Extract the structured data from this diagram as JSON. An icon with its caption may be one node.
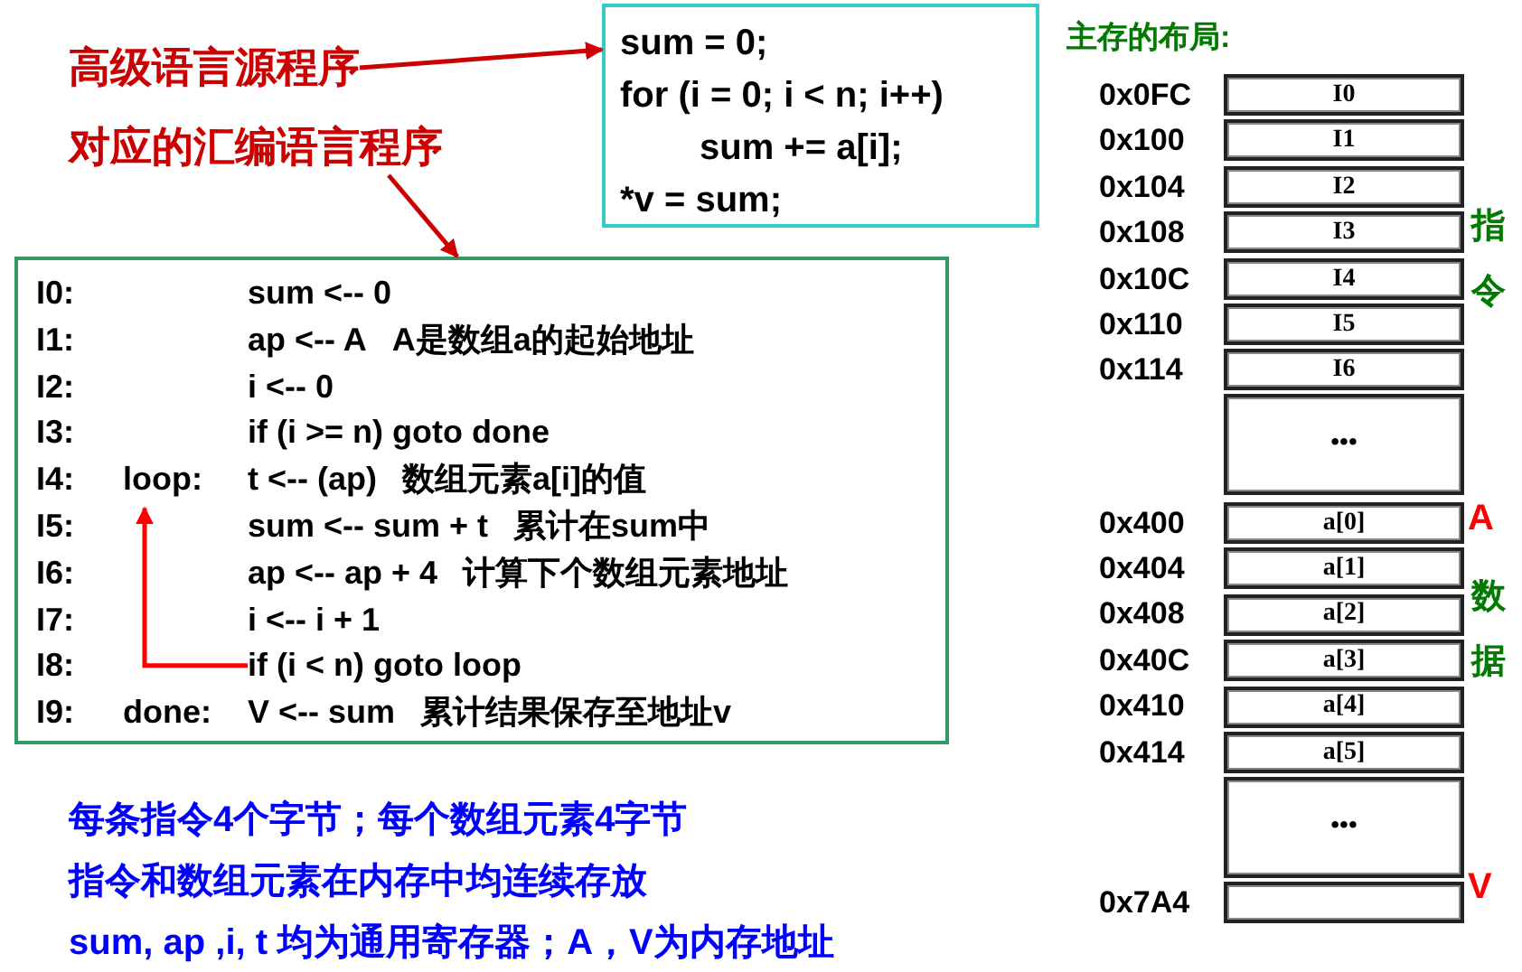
{
  "diagram": {
    "nodes": [
      {
        "text": [
          "高级语言源程序"
        ]
      },
      {
        "text": [
          "sum = 0;",
          "for (i = 0; i < n; i++)",
          "sum += a[i];",
          "*v = sum;"
        ]
      },
      {
        "text": [
          "对应的汇编语言程序"
        ]
      },
      {
        "text": [],
        "shape": "box"
      },
      {
        "text": [
          "sum <-- 0"
        ],
        "in": 3
      },
      {
        "text": [
          "ap <-- A",
          "A是数组a的起始地址"
        ],
        "in": 3
      },
      {
        "text": [
          "i <-- 0"
        ],
        "in": 3
      },
      {
        "text": [
          "if (i >= n) goto done"
        ],
        "in": 3
      },
      {
        "text": [
          "loop:"
        ],
        "in": 3
      },
      {
        "text": [
          "t <-- (ap)",
          "数组元素a[i]的值"
        ],
        "in": 3
      },
      {
        "text": [
          "sum <-- sum + t",
          "累计在sum中"
        ],
        "in": 3
      },
      {
        "text": [
          "ap <-- ap + 4",
          "计算下个数组元素地址"
        ],
        "in": 3
      },
      {
        "text": [
          "i <-- i + 1"
        ],
        "in": 3
      },
      {
        "text": [
          "if (i < n) goto loop"
        ],
        "in": 3
      },
      {
        "text": [
          "V <-- sum",
          "累计结果保存至地址v"
        ],
        "in": 3
      },
      {
        "text": [
          "I0"
        ],
        "beside": [
          "0x0FC"
        ]
      },
      {
        "text": [
          "I1"
        ],
        "beside": [
          "0x100"
        ]
      },
      {
        "text": [
          "I2"
        ],
        "beside": [
          "0x104"
        ]
      },
      {
        "text": [
          "I3"
        ],
        "beside": [
          "0x108"
        ]
      },
      {
        "text": [
          "I4"
        ],
        "beside": [
          "0x10C"
        ]
      },
      {
        "text": [
          "I5"
        ],
        "beside": [
          "0x110"
        ]
      },
      {
        "text": [
          "I6"
        ],
        "beside": [
          "0x114"
        ]
      },
      {
        "text": [
          "•••"
        ]
      },
      {
        "text": [
          "a[0]"
        ],
        "beside": [
          "0x400"
        ]
      },
      {
        "text": [
          "a[1]"
        ],
        "beside": [
          "0x404"
        ]
      },
      {
        "text": [
          "a[2]"
        ],
        "beside": [
          "0x408"
        ]
      },
      {
        "text": [
          "a[3]"
        ],
        "beside": [
          "0x40C"
        ]
      },
      {
        "text": [
          "a[4]"
        ],
        "beside": [
          "0x410"
        ]
      },
      {
        "text": [
          "a[5]"
        ],
        "beside": [
          "0x414"
        ]
      },
      {
        "text": [
          "•••"
        ]
      },
      {
        "text": [],
        "shape": "box",
        "beside": [
          "0x7A4"
        ]
      }
    ],
    "edges": [
      {
        "from": 0,
        "to": 1,
        "arrow": "to"
      },
      {
        "from": 2,
        "to": 3,
        "arrow": "to"
      },
      {
        "from": 13,
        "to": 8,
        "arrow": "to",
        "color": "#ff0000"
      }
    ],
    "labels": [
      "主存的布局:",
      "I0:",
      "I1:",
      "I2:",
      "I3:",
      "I4:",
      "I5:",
      "I6:",
      "I7:",
      "I8:",
      "I9:",
      "done:",
      "指令",
      "A",
      "数据",
      "V",
      "每条指令4个字节；每个数组元素4字节",
      "指令和数组元素在内存中均连续存放",
      "sum, ap ,i, t 均为通用寄存器；A，V为内存地址"
    ]
  }
}
